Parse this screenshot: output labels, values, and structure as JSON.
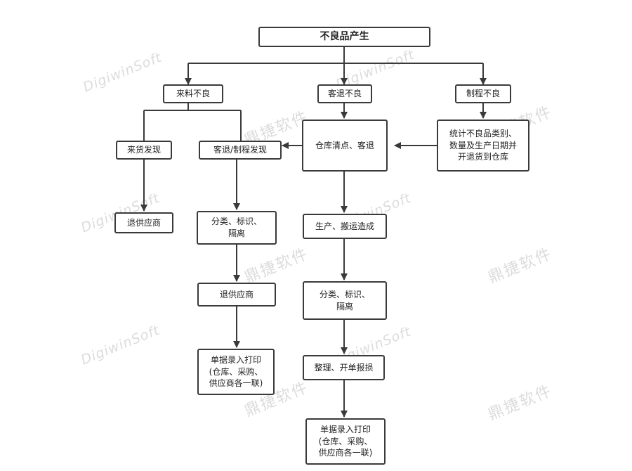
{
  "watermarks": {
    "en": "DigiwinSoft",
    "cn": "鼎捷软件"
  },
  "nodes": {
    "root": "不良品产生",
    "incoming": "来料不良",
    "return": "客退不良",
    "process": "制程不良",
    "arrival": "来货发现",
    "returnProcess": "客退/制程发现",
    "warehouseCheck": "仓库清点、客退",
    "stats": "统计不良品类别、\n数量及生产日期并\n开退货到仓库",
    "returnSupplier1": "退供应商",
    "classify1": "分类、标识、\n隔离",
    "production": "生产、搬运造成",
    "returnSupplier2": "退供应商",
    "classify2": "分类、标识、\n隔离",
    "doc1": "单据录入打印\n(仓库、采购、\n供应商各一联)",
    "organize": "整理、开单报损",
    "doc2": "单据录入打印\n(仓库、采购、\n供应商各一联)"
  }
}
